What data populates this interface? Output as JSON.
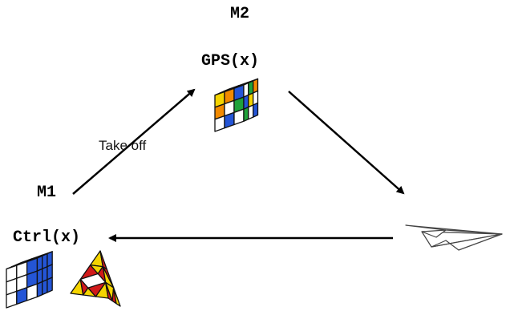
{
  "nodes": {
    "m2_label": "M2",
    "gps_label": "GPS(x)",
    "m1_label": "M1",
    "ctrl_label": "Ctrl(x)"
  },
  "edges": {
    "takeoff_label": "Take off"
  },
  "icons": {
    "top_cube": "rubiks-cube-icon",
    "bottom_cube": "rubiks-cube-icon",
    "pyramid": "pyraminx-icon",
    "plane": "paper-airplane-icon"
  },
  "colors": {
    "white": "#ffffff",
    "yellow": "#f5d400",
    "orange": "#f28a00",
    "green": "#1fa23a",
    "blue": "#2455d6",
    "red": "#d11a1a",
    "arrow": "#000000"
  }
}
